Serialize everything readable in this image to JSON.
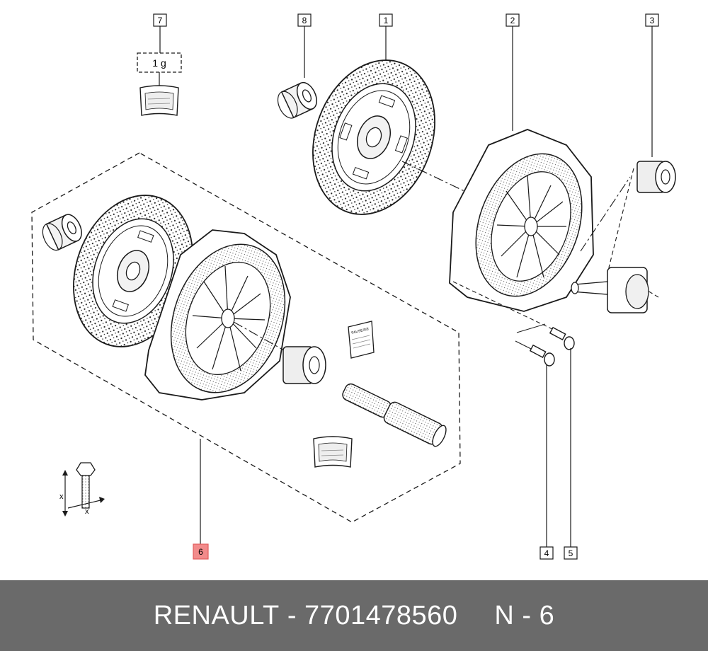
{
  "callouts": [
    {
      "id": "callout-7",
      "label": "7"
    },
    {
      "id": "callout-8",
      "label": "8"
    },
    {
      "id": "callout-1",
      "label": "1"
    },
    {
      "id": "callout-2",
      "label": "2"
    },
    {
      "id": "callout-3",
      "label": "3"
    },
    {
      "id": "callout-4",
      "label": "4"
    },
    {
      "id": "callout-5",
      "label": "5"
    },
    {
      "id": "callout-6",
      "label": "6",
      "highlighted": true
    }
  ],
  "grease_quantity": "1 g",
  "manual_booklet_text": "PAUSE/GE",
  "bolt_dimension_label": "x",
  "footer": {
    "brand": "RENAULT",
    "separator": "-",
    "part_number": "7701478560",
    "ref_letter": "N",
    "ref_separator": "-",
    "ref_number": "6"
  },
  "colors": {
    "highlight": "#f28b8b",
    "footer_bg": "#6a6a6a",
    "line": "#1a1a1a"
  }
}
